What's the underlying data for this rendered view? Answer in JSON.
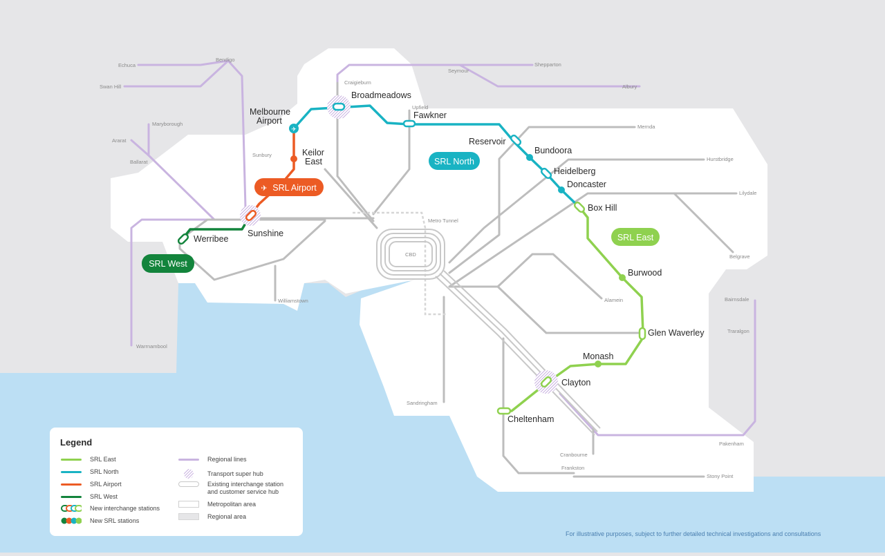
{
  "colors": {
    "srl_east": "#8fd14f",
    "srl_north": "#19b3c3",
    "srl_airport": "#ec5b24",
    "srl_west": "#13843c",
    "regional": "#c9b4e0",
    "metro": "#bdbdbd",
    "water": "#bcdff4",
    "metro_area": "#ffffff",
    "regional_area": "#e6e6e8"
  },
  "badges": {
    "srl_north": "SRL North",
    "srl_east": "SRL East",
    "srl_west": "SRL West",
    "srl_airport": "SRL Airport",
    "airport_icon": "plane-icon"
  },
  "stations": {
    "broadmeadows": "Broadmeadows",
    "melbourne_airport_1": "Melbourne",
    "melbourne_airport_2": "Airport",
    "fawkner": "Fawkner",
    "keilor_east_1": "Keilor",
    "keilor_east_2": "East",
    "reservoir": "Reservoir",
    "bundoora": "Bundoora",
    "heidelberg": "Heidelberg",
    "doncaster": "Doncaster",
    "box_hill": "Box Hill",
    "burwood": "Burwood",
    "glen_waverley": "Glen Waverley",
    "monash": "Monash",
    "clayton": "Clayton",
    "cheltenham": "Cheltenham",
    "sunshine": "Sunshine",
    "werribee": "Werribee"
  },
  "places": {
    "echuca": "Echuca",
    "bendigo": "Bendigo",
    "swan_hill": "Swan Hill",
    "maryborough": "Maryborough",
    "ararat": "Ararat",
    "ballarat": "Ballarat",
    "sunbury": "Sunbury",
    "craigieburn": "Craigieburn",
    "seymour": "Seymour",
    "shepparton": "Shepparton",
    "albury": "Albury",
    "upfield": "Upfield",
    "mernda": "Mernda",
    "hurstbridge": "Hurstbridge",
    "lilydale": "Lilydale",
    "belgrave": "Belgrave",
    "metro_tunnel": "Metro Tunnel",
    "cbd": "CBD",
    "alamein": "Alamein",
    "williamstown": "Williamstown",
    "warrnambool": "Warrnambool",
    "bairnsdale": "Bairnsdale",
    "traralgon": "Traralgon",
    "sandringham": "Sandringham",
    "cranbourne": "Cranbourne",
    "pakenham": "Pakenham",
    "frankston": "Frankston",
    "stony_point": "Stony Point"
  },
  "legend": {
    "title": "Legend",
    "srl_east": "SRL East",
    "srl_north": "SRL North",
    "srl_airport": "SRL Airport",
    "srl_west": "SRL West",
    "new_interchange": "New interchange stations",
    "new_srl_stations": "New SRL stations",
    "regional_lines": "Regional lines",
    "transport_hub": "Transport super hub",
    "existing_interchange_1": "Existing interchange station",
    "existing_interchange_2": "and customer service hub",
    "metropolitan_area": "Metropolitan area",
    "regional_area": "Regional area"
  },
  "disclaimer": "For illustrative purposes, subject to further detailed technical investigations and consultations"
}
